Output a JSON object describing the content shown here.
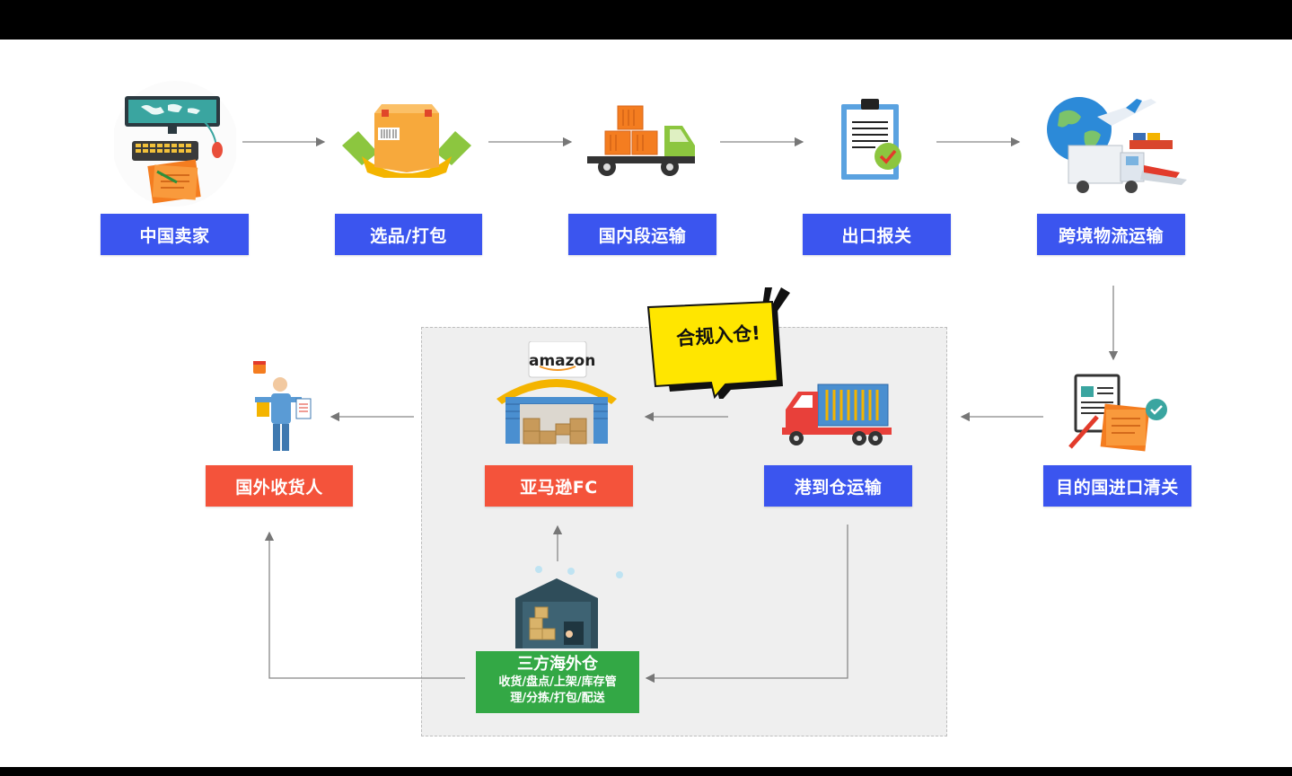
{
  "steps_top": [
    {
      "label": "中国卖家",
      "icon": "computer-seller-icon"
    },
    {
      "label": "选品/打包",
      "icon": "package-box-icon"
    },
    {
      "label": "国内段运输",
      "icon": "cargo-truck-icon"
    },
    {
      "label": "出口报关",
      "icon": "clipboard-check-icon"
    },
    {
      "label": "跨境物流运输",
      "icon": "global-transport-icon"
    }
  ],
  "steps_bottom": [
    {
      "label": "国外收货人",
      "icon": "receiver-person-icon"
    },
    {
      "label": "亚马逊FC",
      "icon": "amazon-warehouse-icon"
    },
    {
      "label": "港到仓运输",
      "icon": "container-truck-icon"
    },
    {
      "label": "目的国进口清关",
      "icon": "customs-document-icon"
    }
  ],
  "callout": {
    "text": "合规入仓!"
  },
  "amazon_sign": "amazon",
  "overseas_warehouse": {
    "title": "三方海外仓",
    "line1": "收货/盘点/上架/库存管",
    "line2": "理/分拣/打包/配送",
    "icon": "overseas-warehouse-icon"
  },
  "colors": {
    "blue": "#3b55ef",
    "red": "#f4533b",
    "green": "#33a845",
    "callout": "#ffe600"
  }
}
